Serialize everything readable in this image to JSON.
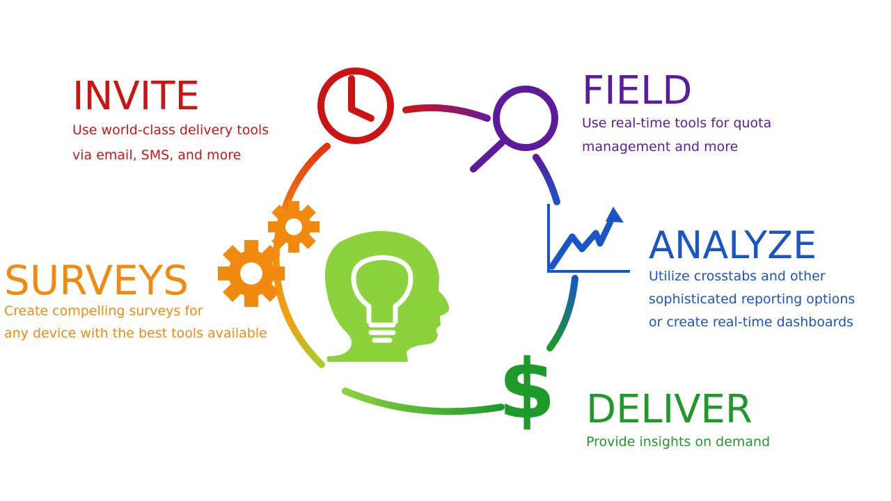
{
  "colors": {
    "invite": "#cc1414",
    "field": "#5c1a9c",
    "analyze": "#1a55c8",
    "deliver": "#1e9a2a",
    "surveys": "#f28a10",
    "head": "#8cd23c",
    "bulb": "#ffffff"
  },
  "icons": {
    "invite": "clock-icon",
    "field": "magnifier-icon",
    "analyze": "line-chart-icon",
    "deliver": "dollar-icon",
    "surveys": "gears-icon",
    "center": "head-lightbulb-icon"
  },
  "stages": {
    "invite": {
      "title": "INVITE",
      "line1": "Use world-class delivery tools",
      "line2": "via email, SMS, and more"
    },
    "field": {
      "title": "FIELD",
      "line1": "Use real-time tools for quota",
      "line2": "management and more"
    },
    "analyze": {
      "title": "ANALYZE",
      "line1": "Utilize crosstabs and other",
      "line2": "sophisticated reporting options",
      "line3": "or create real-time dashboards"
    },
    "surveys": {
      "title": "SURVEYS",
      "line1": "Create compelling surveys for",
      "line2": "any device with the best tools available"
    },
    "deliver": {
      "title": "DELIVER",
      "line1": "Provide insights on demand"
    }
  }
}
